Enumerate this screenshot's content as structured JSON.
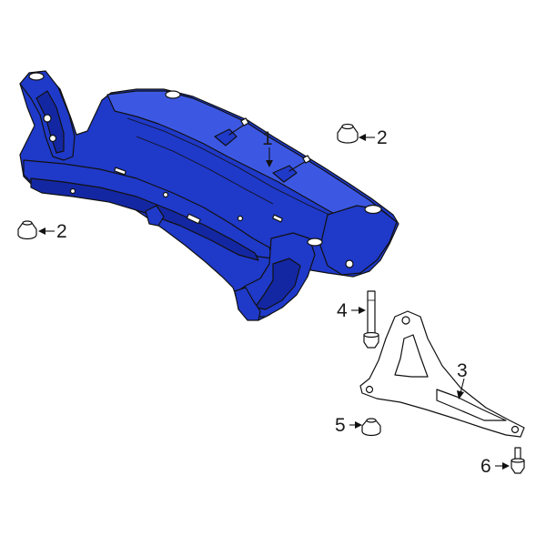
{
  "colors": {
    "subframe_fill": "#1f39c9",
    "subframe_shadow": "#1427a3",
    "subframe_highlight": "#3c58e3",
    "outline": "#111111",
    "background": "#ffffff"
  },
  "callouts": [
    {
      "id": "c1",
      "label": "1",
      "part": "subframe"
    },
    {
      "id": "c2a",
      "label": "2",
      "part": "nut-upper-right"
    },
    {
      "id": "c2b",
      "label": "2",
      "part": "nut-left"
    },
    {
      "id": "c3",
      "label": "3",
      "part": "brace"
    },
    {
      "id": "c4",
      "label": "4",
      "part": "bolt-long"
    },
    {
      "id": "c5",
      "label": "5",
      "part": "nut-lower"
    },
    {
      "id": "c6",
      "label": "6",
      "part": "bolt-short"
    }
  ]
}
